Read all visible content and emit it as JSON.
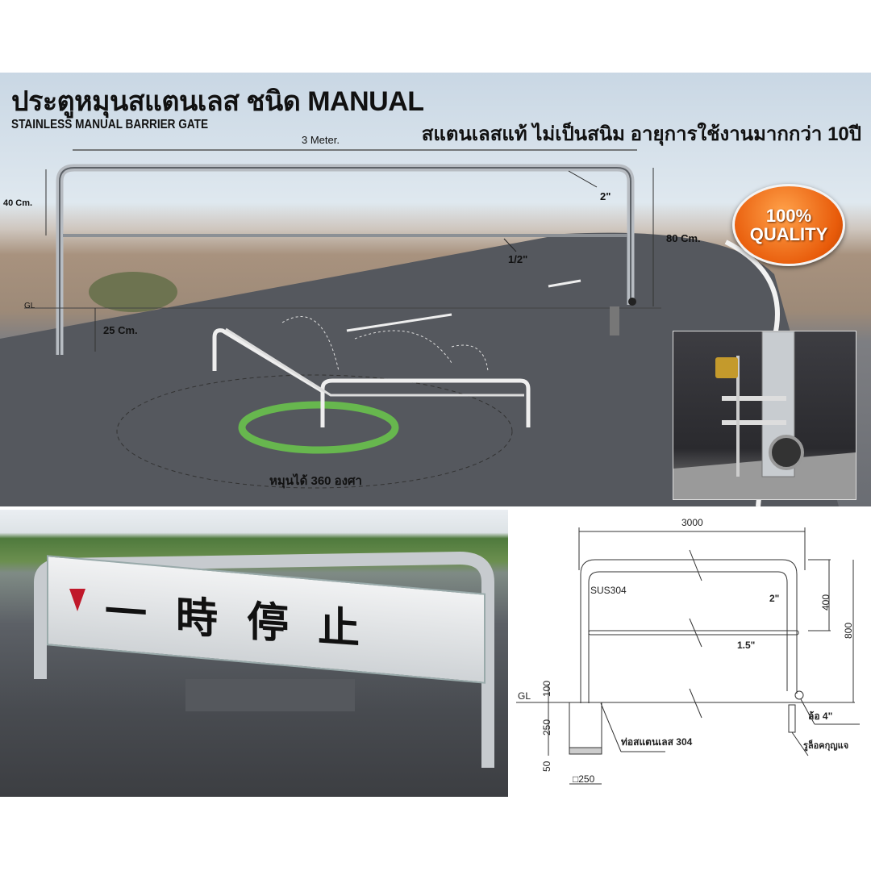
{
  "header": {
    "title_th": "ประตูหมุนสแตนเลส ชนิด MANUAL",
    "title_en": "STAINLESS MANUAL BARRIER GATE",
    "slogan": "สแตนเลสแท้ ไม่เป็นสนิม อายุการใช้งานมากกว่า 10ปี"
  },
  "dimensions": {
    "width": "3 Meter.",
    "top_gap": "40 Cm.",
    "pipe_top": "2\"",
    "pipe_mid": "1/2\"",
    "height": "80 Cm.",
    "ground": "GL",
    "embed": "25 Cm."
  },
  "badge": {
    "line1": "100%",
    "line2": "QUALITY"
  },
  "rotation_label": "หมุนได้ 360 องศา",
  "sign": {
    "text": "一時停止"
  },
  "drawing": {
    "width": "3000",
    "material": "SUS304",
    "pipe_top": "2\"",
    "pipe_mid": "1.5\"",
    "dim_400": "400",
    "dim_800": "800",
    "gl": "GL",
    "dim_100": "100",
    "dim_250": "250",
    "dim_50": "50",
    "base": "□250",
    "pipe_label": "ท่อสแตนเลส 304",
    "wheel_label": "ล้อ 4\"",
    "lock_label": "รูล็อคกุญแจ"
  }
}
